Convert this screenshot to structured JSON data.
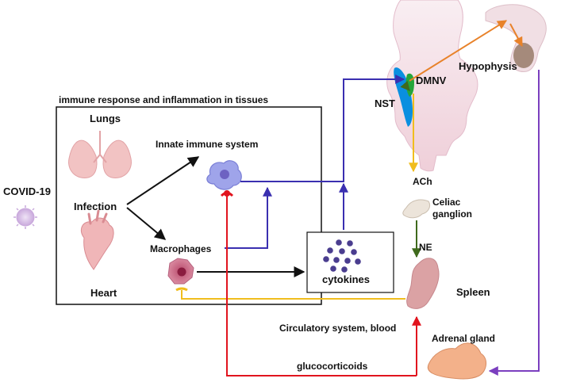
{
  "diagram": {
    "tissue_box_title": "immune response and inflammation in tissues",
    "covid": "COVID-19",
    "lungs": "Lungs",
    "infection": "Infection",
    "heart": "Heart",
    "innate": "Innate immune system",
    "macrophages": "Macrophages",
    "cytokines": "cytokines",
    "nst": "NST",
    "dmnv": "DMNV",
    "hypophysis": "Hypophysis",
    "ach": "ACh",
    "celiac": "Celiac ganglion",
    "celiac_line1": "Celiac",
    "celiac_line2": "ganglion",
    "ne": "NE",
    "spleen": "Spleen",
    "circulatory": "Circulatory system, blood",
    "adrenal": "Adrenal gland",
    "glucocorticoids": "glucocorticoids"
  },
  "colors": {
    "blue_path": "#3a2fb0",
    "purple_path": "#7b3fbf",
    "orange_path": "#e8822a",
    "yellow_path": "#f0bd1e",
    "red_path": "#e1141e",
    "green_path": "#3f6a1c",
    "black_arrow": "#111111"
  }
}
